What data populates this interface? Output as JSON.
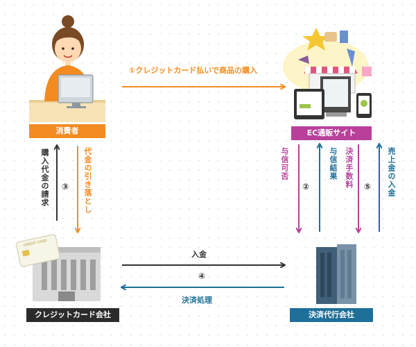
{
  "nodes": {
    "consumer": "消費者",
    "ec_site": "EC通販サイト",
    "card_company": "クレジットカード会社",
    "payment_agency": "決済代行会社"
  },
  "flows": {
    "purchase": "①クレジットカード払いで商品の購入",
    "purchase_charge": "購入代金の請求",
    "debit": "代金の引き落とし",
    "step3": "③",
    "credit_check": "与信可否",
    "step2": "②",
    "credit_result": "与信結果",
    "fee": "決済手数料",
    "step5": "⑤",
    "sales_deposit": "売上金の入金",
    "deposit": "入金",
    "step4": "④",
    "settlement": "決済処理"
  },
  "illustrations": {
    "card_label": "CREDIT CARD"
  },
  "colors": {
    "orange": "#f28c22",
    "magenta": "#b8409a",
    "blue": "#1e6f9a",
    "dark": "#333333"
  }
}
